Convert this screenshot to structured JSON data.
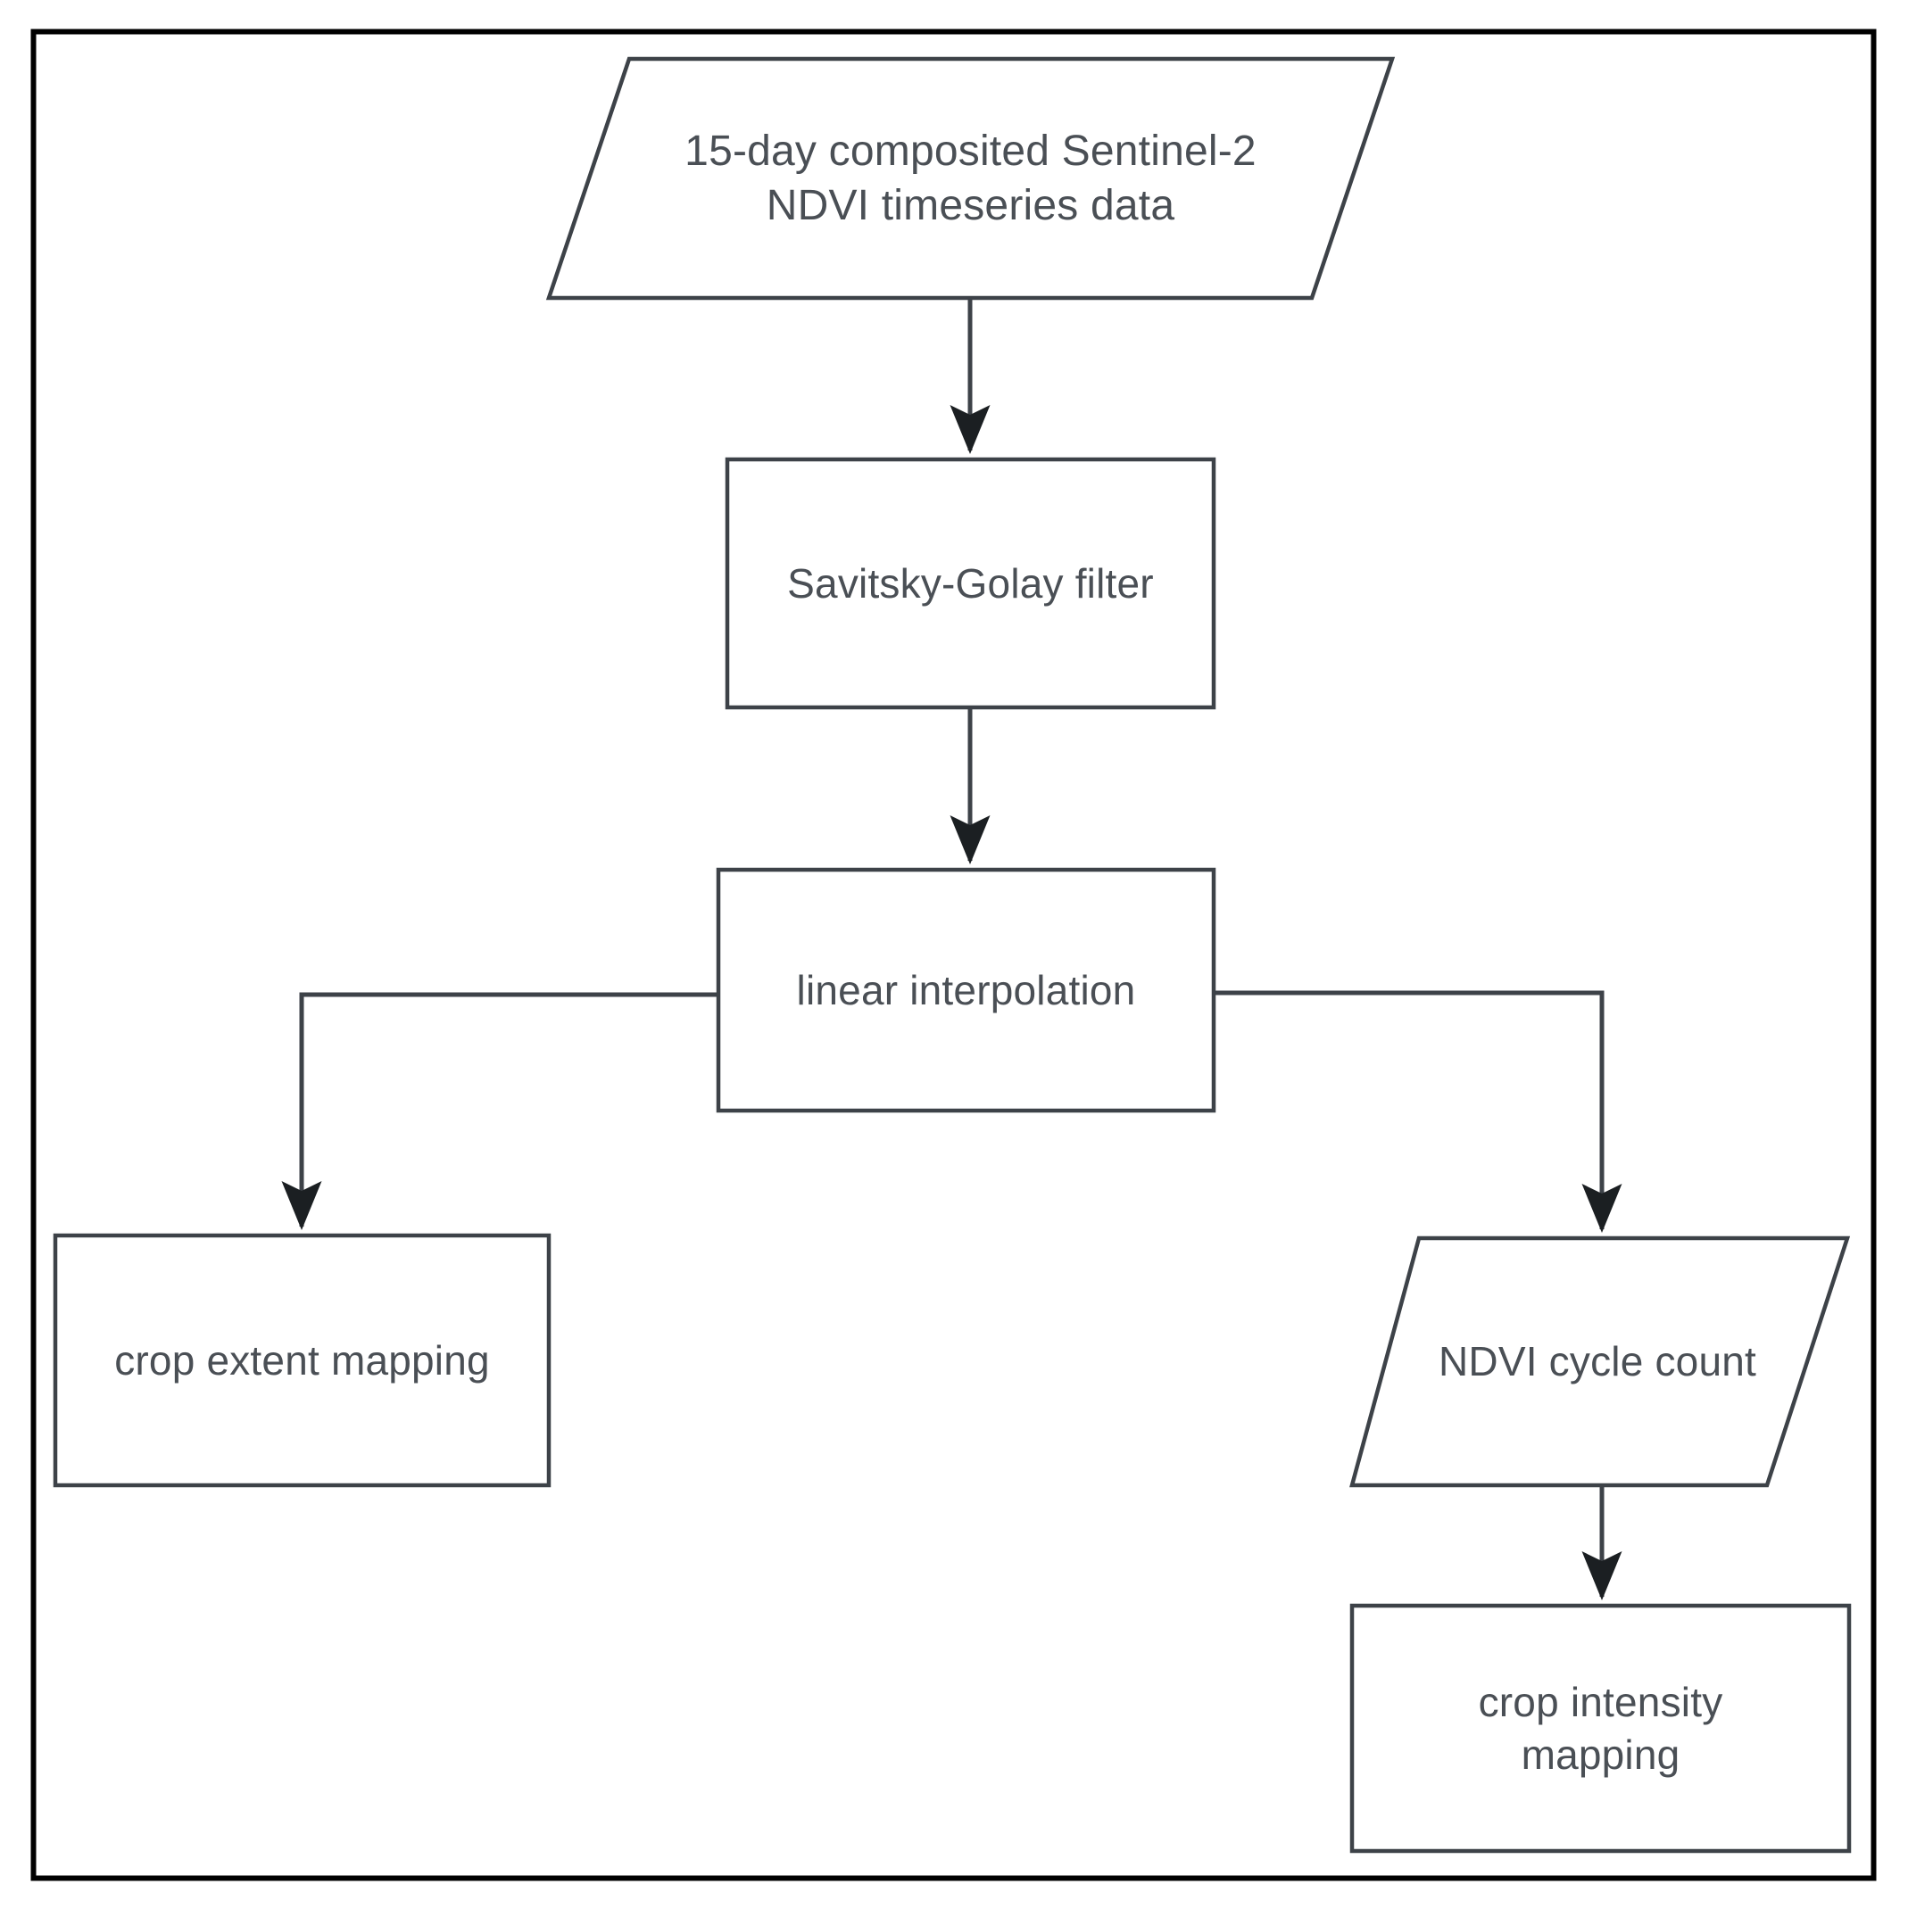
{
  "figure": {
    "type": "flowchart",
    "orientation": "top-down",
    "background_color": "#ffffff",
    "border_color": "#000000",
    "shape_stroke_color": "#3d4248",
    "connector_color": "#3d4248",
    "text_color": "#4a4f55"
  },
  "nodes": [
    {
      "id": "input-ndvi-timeseries",
      "shape": "parallelogram",
      "role": "data-input",
      "label": "15-day composited Sentinel-2\nNDVI timeseries data",
      "label_line_1": "15-day composited Sentinel-2",
      "label_line_2": "NDVI timeseries data"
    },
    {
      "id": "savitsky-golay-filter",
      "shape": "rectangle",
      "role": "process",
      "label": "Savitsky-Golay filter"
    },
    {
      "id": "linear-interpolation",
      "shape": "rectangle",
      "role": "process",
      "label": "linear interpolation"
    },
    {
      "id": "crop-extent-mapping",
      "shape": "rectangle",
      "role": "process",
      "label": "crop extent mapping"
    },
    {
      "id": "ndvi-cycle-count",
      "shape": "parallelogram",
      "role": "data-input",
      "label": "NDVI cycle count"
    },
    {
      "id": "crop-intensity-mapping",
      "shape": "rectangle",
      "role": "process",
      "label": "crop intensity\nmapping",
      "label_line_1": "crop intensity",
      "label_line_2": "mapping"
    }
  ],
  "edges": [
    {
      "id": "edge-input-to-filter",
      "from": "input-ndvi-timeseries",
      "to": "savitsky-golay-filter",
      "style": "straight-vertical",
      "arrow": "down"
    },
    {
      "id": "edge-filter-to-interp",
      "from": "savitsky-golay-filter",
      "to": "linear-interpolation",
      "style": "straight-vertical",
      "arrow": "down"
    },
    {
      "id": "edge-interp-to-extent",
      "from": "linear-interpolation",
      "to": "crop-extent-mapping",
      "style": "orthogonal-left",
      "arrow": "down"
    },
    {
      "id": "edge-interp-to-cycle",
      "from": "linear-interpolation",
      "to": "ndvi-cycle-count",
      "style": "orthogonal-right",
      "arrow": "down"
    },
    {
      "id": "edge-cycle-to-intensity",
      "from": "ndvi-cycle-count",
      "to": "crop-intensity-mapping",
      "style": "straight-vertical",
      "arrow": "down"
    }
  ]
}
